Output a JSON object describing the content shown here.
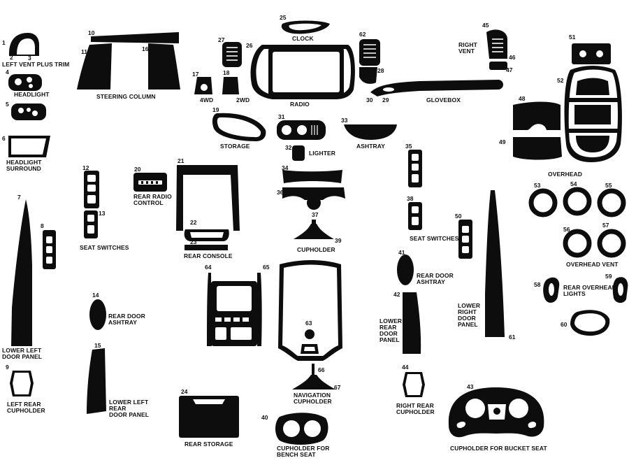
{
  "labels": {
    "left_vent": "LEFT VENT PLUS TRIM",
    "headlight": "HEADLIGHT",
    "headlight_surround_1": "HEADLIGHT",
    "headlight_surround_2": "SURROUND",
    "steering_column": "STEERING COLUMN",
    "clock": "CLOCK",
    "radio": "RADIO",
    "fourwd": "4WD",
    "twowd": "2WD",
    "right_vent_1": "RIGHT",
    "right_vent_2": "VENT",
    "glovebox": "GLOVEBOX",
    "overhead": "OVERHEAD",
    "storage": "STORAGE",
    "lighter": "LIGHTER",
    "ashtray": "ASHTRAY",
    "rear_radio_1": "REAR RADIO",
    "rear_radio_2": "CONTROL",
    "seat_switches_left": "SEAT SWITCHES",
    "seat_switches_right": "SEAT SWITCHES",
    "rear_console": "REAR CONSOLE",
    "cupholder": "CUPHOLDER",
    "overhead_vent": "OVERHEAD VENT",
    "rear_overhead_1": "REAR OVERHEAD",
    "rear_overhead_2": "LIGHTS",
    "rear_door_ashtray_l1": "REAR DOOR",
    "rear_door_ashtray_l2": "ASHTRAY",
    "rear_door_ashtray_r1": "REAR DOOR",
    "rear_door_ashtray_r2": "ASHTRAY",
    "lower_left_door_1": "LOWER LEFT",
    "lower_left_door_2": "DOOR PANEL",
    "lower_rear_door_1": "LOWER",
    "lower_rear_door_2": "REAR",
    "lower_rear_door_3": "DOOR",
    "lower_rear_door_4": "PANEL",
    "lower_right_door_1": "LOWER",
    "lower_right_door_2": "RIGHT",
    "lower_right_door_3": "DOOR",
    "lower_right_door_4": "PANEL",
    "left_rear_cup_1": "LEFT REAR",
    "left_rear_cup_2": "CUPHOLDER",
    "lower_left_rear_1": "LOWER LEFT",
    "lower_left_rear_2": "REAR",
    "lower_left_rear_3": "DOOR PANEL",
    "rear_storage": "REAR STORAGE",
    "nav_cup_1": "NAVIGATION",
    "nav_cup_2": "CUPHOLDER",
    "bench_cup_1": "CUPHOLDER FOR",
    "bench_cup_2": "BENCH SEAT",
    "right_rear_cup_1": "RIGHT REAR",
    "right_rear_cup_2": "CUPHOLDER",
    "bucket_cup": "CUPHOLDER FOR BUCKET SEAT"
  },
  "part_numbers": {
    "p1": "1",
    "p2": "2",
    "p3": "3",
    "p4": "4",
    "p5": "5",
    "p6": "6",
    "p7": "7",
    "p8": "8",
    "p9": "9",
    "p10": "10",
    "p11": "11",
    "p12": "12",
    "p13": "13",
    "p14": "14",
    "p15": "15",
    "p16": "16",
    "p17": "17",
    "p18": "18",
    "p19": "19",
    "p20": "20",
    "p21": "21",
    "p22": "22",
    "p23": "23",
    "p24": "24",
    "p25": "25",
    "p26": "26",
    "p27": "27",
    "p28": "28",
    "p29": "29",
    "p30": "30",
    "p31": "31",
    "p32": "32",
    "p33": "33",
    "p34": "34",
    "p35": "35",
    "p36": "36",
    "p37": "37",
    "p38": "38",
    "p39": "39",
    "p40": "40",
    "p41": "41",
    "p42": "42",
    "p43": "43",
    "p44": "44",
    "p45": "45",
    "p46": "46",
    "p47": "47",
    "p48": "48",
    "p49": "49",
    "p50": "50",
    "p51": "51",
    "p52": "52",
    "p53": "53",
    "p54": "54",
    "p55": "55",
    "p56": "56",
    "p57": "57",
    "p58": "58",
    "p59": "59",
    "p60": "60",
    "p61": "61",
    "p62": "62",
    "p63": "63",
    "p64": "64",
    "p65": "65",
    "p66": "66",
    "p67": "67"
  },
  "colors": {
    "part": "#0d0d0d",
    "background": "#ffffff",
    "text": "#111111"
  }
}
